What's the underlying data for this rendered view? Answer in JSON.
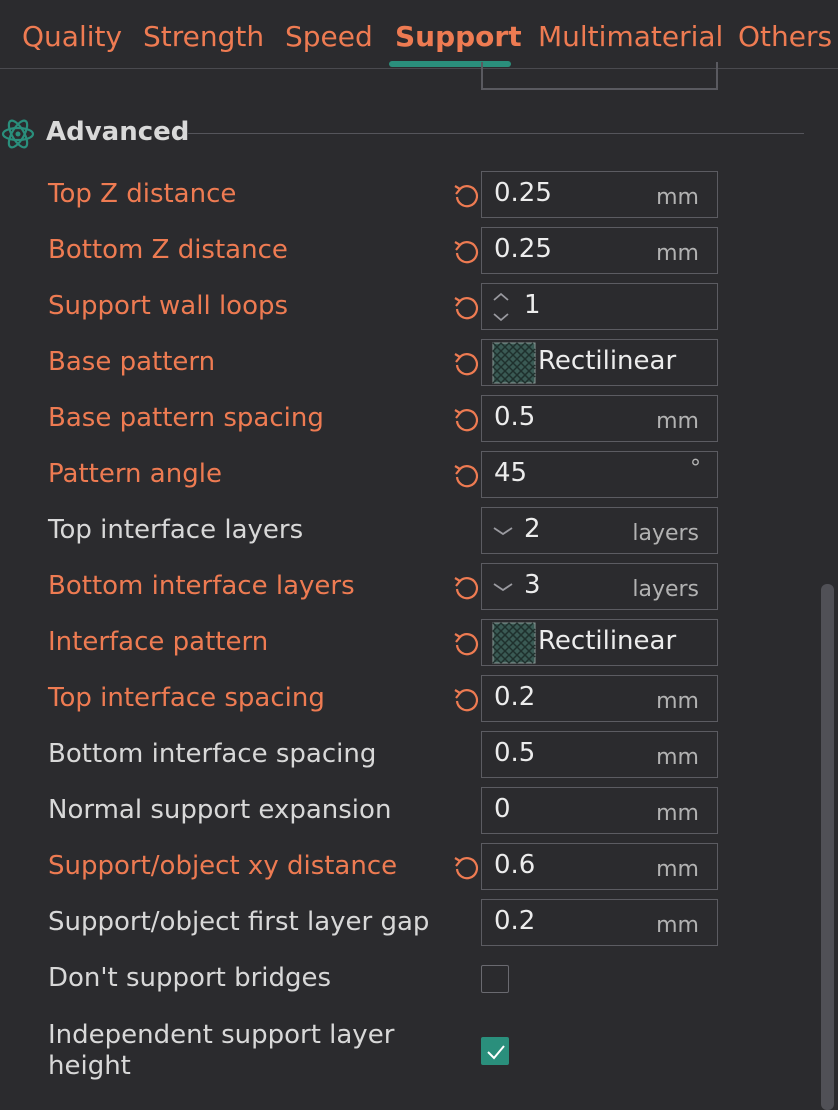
{
  "tabs": [
    {
      "label": "Quality"
    },
    {
      "label": "Strength"
    },
    {
      "label": "Speed"
    },
    {
      "label": "Support"
    },
    {
      "label": "Multimaterial"
    },
    {
      "label": "Others"
    }
  ],
  "active_tab": "Support",
  "section": {
    "title": "Advanced",
    "icon": "atom-icon"
  },
  "rows": [
    {
      "label": "Top Z distance",
      "value": "0.25",
      "unit": "mm"
    },
    {
      "label": "Bottom Z distance",
      "value": "0.25",
      "unit": "mm"
    },
    {
      "label": "Support wall loops",
      "value": "1"
    },
    {
      "label": "Base pattern",
      "value": "Rectilinear"
    },
    {
      "label": "Base pattern spacing",
      "value": "0.5",
      "unit": "mm"
    },
    {
      "label": "Pattern angle",
      "value": "45",
      "unit": "°"
    },
    {
      "label": "Top interface layers",
      "value": "2",
      "unit": "layers"
    },
    {
      "label": "Bottom interface layers",
      "value": "3",
      "unit": "layers"
    },
    {
      "label": "Interface pattern",
      "value": "Rectilinear"
    },
    {
      "label": "Top interface spacing",
      "value": "0.2",
      "unit": "mm"
    },
    {
      "label": "Bottom interface spacing",
      "value": "0.5",
      "unit": "mm"
    },
    {
      "label": "Normal support expansion",
      "value": "0",
      "unit": "mm"
    },
    {
      "label": "Support/object xy distance",
      "value": "0.6",
      "unit": "mm"
    },
    {
      "label": "Support/object first layer gap",
      "value": "0.2",
      "unit": "mm"
    },
    {
      "label": "Don't support bridges",
      "checked": false
    },
    {
      "label_line1": "Independent support layer",
      "label_line2": "height",
      "checked": true
    }
  ],
  "colors": {
    "accent": "#2a8f7c",
    "modified_label": "#ee7b52",
    "default_label": "#d8d8d8",
    "background": "#2b2b2e"
  }
}
